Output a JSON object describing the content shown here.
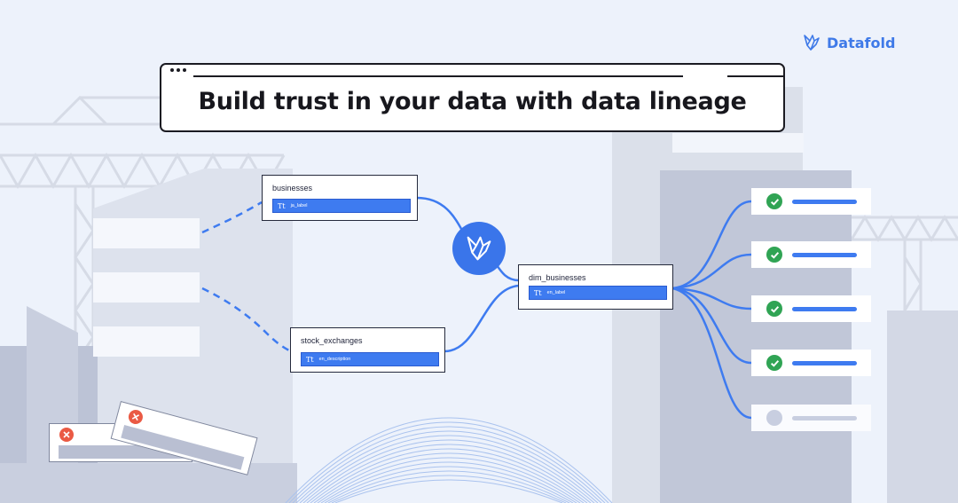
{
  "brand": {
    "name": "Datafold",
    "logo_icon": "datafold-bird-icon",
    "color": "#3f7ae8"
  },
  "headline": "Build trust in your data with data lineage",
  "lineage": {
    "sources": [
      {
        "table": "businesses",
        "column": "ja_label",
        "column_type_icon": "Tt"
      },
      {
        "table": "stock_exchanges",
        "column": "en_description",
        "column_type_icon": "Tt"
      }
    ],
    "hub_icon": "datafold-bird-icon",
    "target": {
      "table": "dim_businesses",
      "column": "en_label",
      "column_type_icon": "Tt"
    },
    "downstream_checks": [
      {
        "status": "passed"
      },
      {
        "status": "passed"
      },
      {
        "status": "passed"
      },
      {
        "status": "passed"
      },
      {
        "status": "pending"
      }
    ],
    "failed_items": [
      {
        "status": "failed"
      },
      {
        "status": "failed"
      }
    ]
  },
  "colors": {
    "accent": "#3e7bf0",
    "success": "#30a454",
    "error": "#ea5a44",
    "background": "#edf2fb"
  }
}
